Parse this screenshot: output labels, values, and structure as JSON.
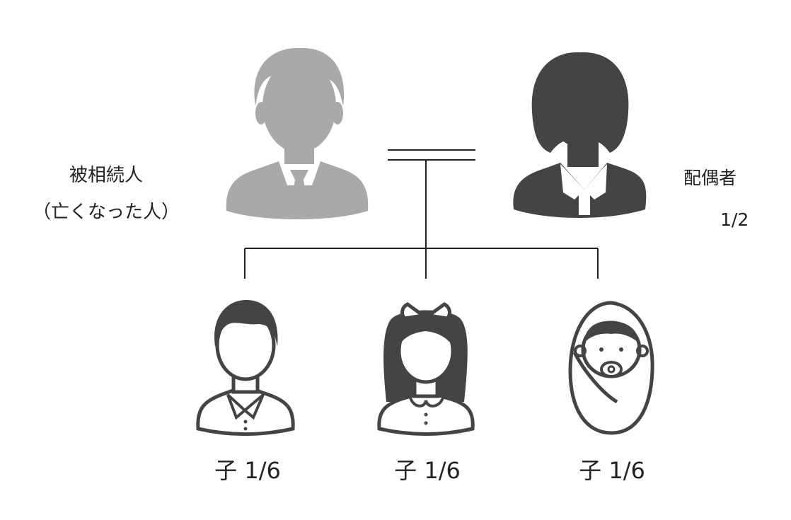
{
  "deceased": {
    "line1": "被相続人",
    "line2": "（亡くなった人）"
  },
  "spouse": {
    "label": "配偶者",
    "share": "1/2"
  },
  "children": [
    {
      "label": "子 1/6",
      "icon": "boy-icon"
    },
    {
      "label": "子 1/6",
      "icon": "girl-icon"
    },
    {
      "label": "子 1/6",
      "icon": "baby-icon"
    }
  ],
  "colors": {
    "deceased": "#a9a9a9",
    "family": "#444444",
    "line": "#222222"
  }
}
